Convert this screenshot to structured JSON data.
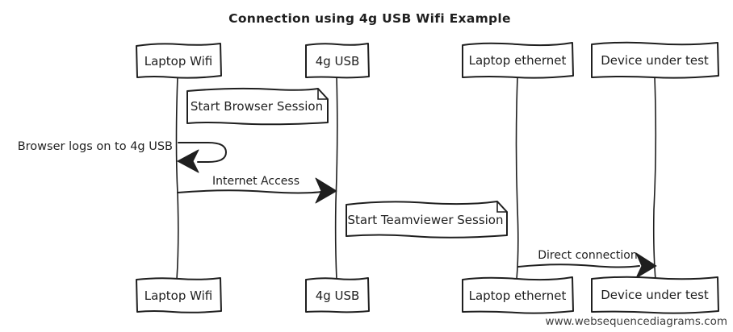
{
  "title": "Connection using 4g USB Wifi Example",
  "actors": [
    "Laptop Wifi",
    "4g USB",
    "Laptop ethernet",
    "Device under test"
  ],
  "notes": [
    {
      "text": "Start Browser Session",
      "over": [
        "Laptop Wifi",
        "4g USB"
      ]
    },
    {
      "text": "Start Teamviewer Session",
      "over": [
        "4g USB",
        "Laptop ethernet"
      ]
    }
  ],
  "messages": [
    {
      "label": "Browser logs on to 4g USB",
      "from": "Laptop Wifi",
      "to": "Laptop Wifi",
      "kind": "self"
    },
    {
      "label": "Internet Access",
      "from": "Laptop Wifi",
      "to": "4g USB",
      "kind": "solid-arrow"
    },
    {
      "label": "Direct connection",
      "from": "Laptop ethernet",
      "to": "Device under test",
      "kind": "solid-arrow"
    }
  ],
  "watermark": "www.websequencediagrams.com",
  "colors": {
    "ink": "#1f1f1f",
    "background": "#ffffff",
    "watermark": "#3d3d3d"
  }
}
